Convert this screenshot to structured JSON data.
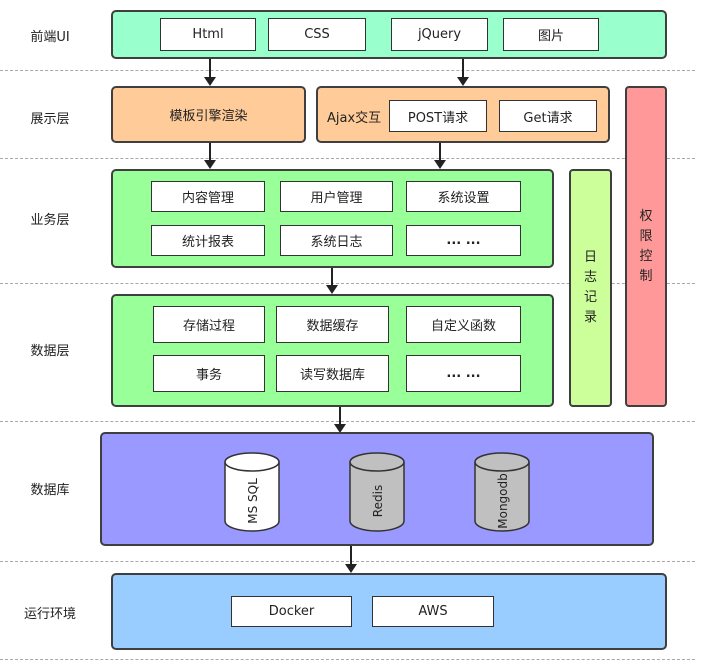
{
  "layers": {
    "frontend": "前端UI",
    "presentation": "展示层",
    "business": "业务层",
    "data": "数据层",
    "database": "数据库",
    "runtime": "运行环境"
  },
  "frontend_items": [
    "Html",
    "CSS",
    "jQuery",
    "图片"
  ],
  "presentation": {
    "template": "模板引擎渲染",
    "ajax_label": "Ajax交互",
    "post": "POST请求",
    "get": "Get请求"
  },
  "business_items": [
    "内容管理",
    "用户管理",
    "系统设置",
    "统计报表",
    "系统日志",
    "... ..."
  ],
  "data_items": [
    "存储过程",
    "数据缓存",
    "自定义函数",
    "事务",
    "读写数据库",
    "... ..."
  ],
  "side": {
    "log": "日志记录",
    "auth": "权限控制"
  },
  "databases": [
    "MS SQL",
    "Redis",
    "Mongodb"
  ],
  "runtime_items": [
    "Docker",
    "AWS"
  ],
  "colors": {
    "frontend": "#99ffcc",
    "presentation": "#ffcc99",
    "business": "#99ff99",
    "data": "#99ff99",
    "database": "#9999ff",
    "runtime": "#99ccff",
    "log": "#ccff99",
    "auth": "#ff9999",
    "db_white": "#ffffff",
    "db_gray": "#c0c0c0"
  }
}
